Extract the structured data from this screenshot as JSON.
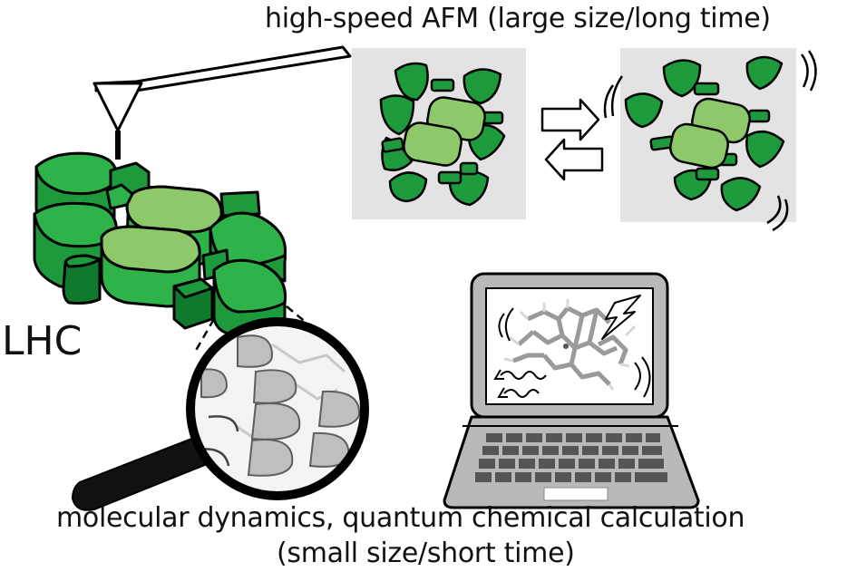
{
  "labels": {
    "afm_title": "high-speed AFM (large size/long time)",
    "lhc": "LHC",
    "caption_line1": "molecular dynamics, quantum chemical calculation",
    "caption_line2": "(small size/short time)"
  },
  "colors": {
    "dark_green": "#1d9a3c",
    "mid_green": "#2db34a",
    "light_green": "#8dc86a",
    "deep_green": "#0f7a2c",
    "afm_panel_gray": "#e3e3e3",
    "laptop_gray": "#b9b9b9",
    "key_gray": "#555555",
    "outline": "#000000"
  },
  "icons": {
    "afm_cantilever": "afm-cantilever-icon",
    "lhc_complex": "lhc-protein-complex-icon",
    "magnifier": "magnifying-glass-icon",
    "laptop": "laptop-icon",
    "lightning": "lightning-bolt-icon",
    "arrow_right": "arrow-right-icon",
    "arrow_left": "arrow-left-icon"
  }
}
